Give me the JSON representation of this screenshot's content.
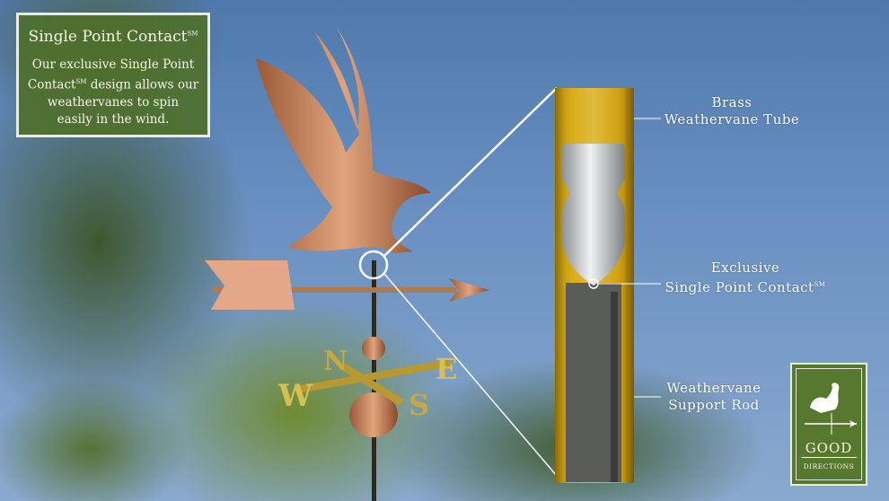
{
  "info_box": {
    "title": "Single Point Contact",
    "title_mark": "SM",
    "body_line1": "Our exclusive Single Point",
    "body_line2a": "Contact",
    "body_line2_mark": "SM",
    "body_line2b": " design allows our",
    "body_line3": "weathervanes to spin",
    "body_line4": "easily in the wind."
  },
  "callouts": {
    "tube": {
      "line1": "Brass",
      "line2": "Weathervane Tube"
    },
    "contact": {
      "line1": "Exclusive",
      "line2": "Single Point Contact",
      "mark": "SM"
    },
    "rod": {
      "line1": "Weathervane",
      "line2": "Support Rod"
    }
  },
  "directions": {
    "n": "N",
    "s": "S",
    "e": "E",
    "w": "W"
  },
  "logo": {
    "word1": "GOOD",
    "word2": "DIRECTIONS"
  },
  "colors": {
    "sky": "#5b84b8",
    "copper": "#c98a62",
    "brass": "#d9a818",
    "logo_green": "#56782f"
  }
}
